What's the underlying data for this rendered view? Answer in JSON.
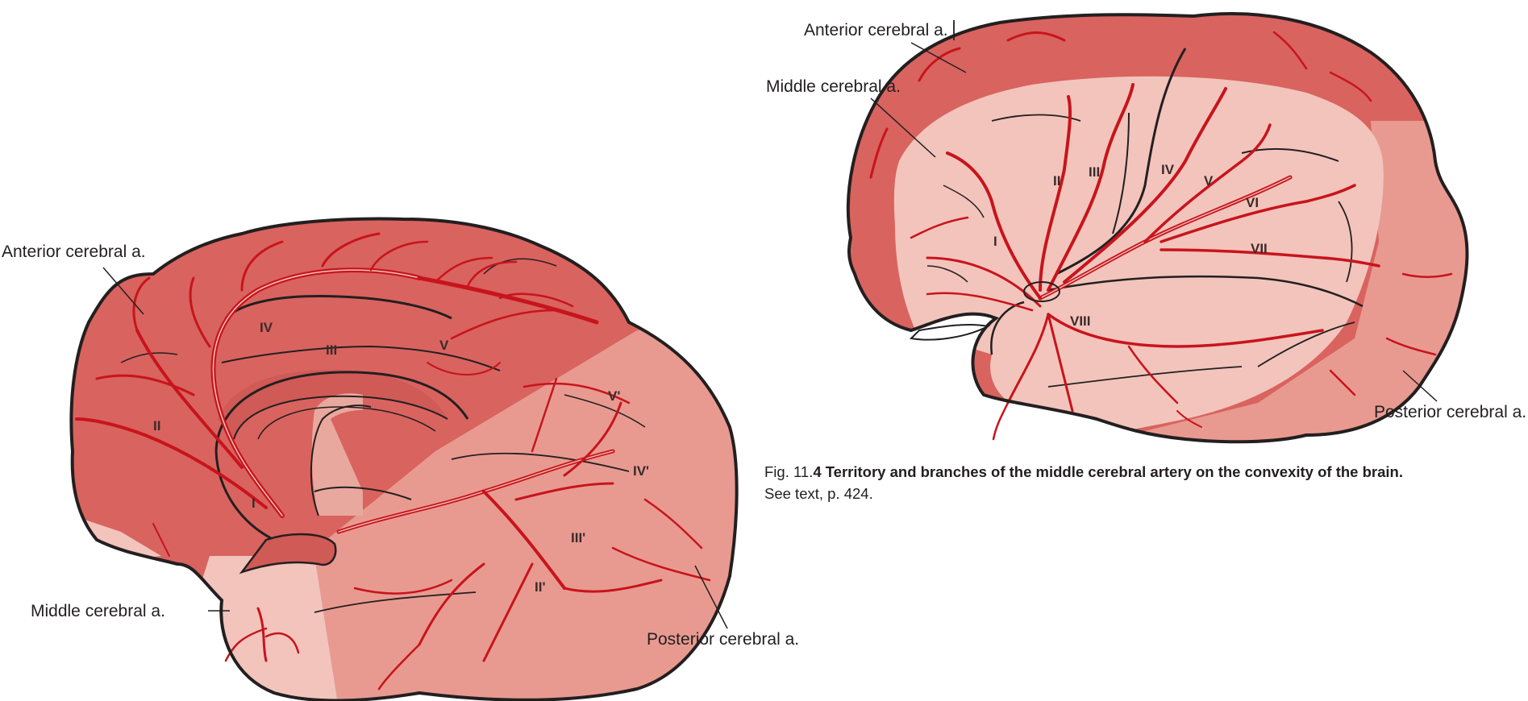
{
  "left_figure": {
    "labels": {
      "anterior": "Anterior cerebral a.",
      "middle": "Middle cerebral a.",
      "posterior": "Posterior cerebral a."
    },
    "numerals": [
      "IV",
      "III",
      "V",
      "II",
      "I",
      "V'",
      "IV'",
      "III'",
      "II'"
    ]
  },
  "right_figure": {
    "labels": {
      "anterior": "Anterior cerebral a.",
      "middle": "Middle cerebral a.",
      "posterior": "Posterior cerebral a."
    },
    "numerals": [
      "I",
      "II",
      "III",
      "IV",
      "V",
      "VI",
      "VII",
      "VIII"
    ]
  },
  "caption": {
    "prefix": "Fig. 11.",
    "bold": "4 Territory and branches of the middle cerebral artery on the convexity of the brain.",
    "line2": "See text, p. 424."
  },
  "colors": {
    "anterior_territory": "#d9635f",
    "middle_territory": "#f2c4bc",
    "posterior_territory": "#e89a90",
    "artery": "#c8141c",
    "outline": "#231f20"
  }
}
